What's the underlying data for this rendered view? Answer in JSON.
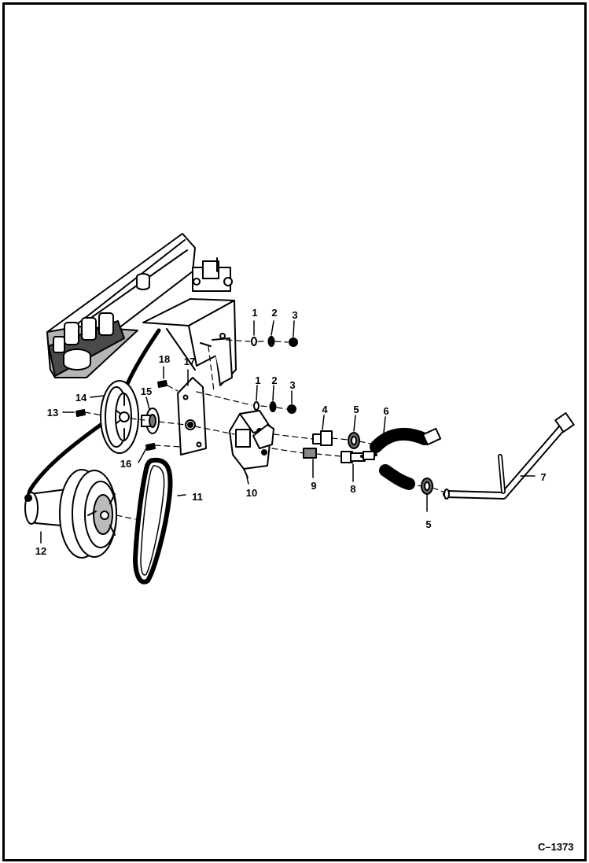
{
  "diagram": {
    "figure_code": "C–1373",
    "callouts": [
      "1",
      "2",
      "3",
      "1",
      "2",
      "3",
      "4",
      "5",
      "6",
      "5",
      "7",
      "8",
      "9",
      "10",
      "11",
      "12",
      "13",
      "14",
      "15",
      "16",
      "17",
      "18"
    ]
  }
}
